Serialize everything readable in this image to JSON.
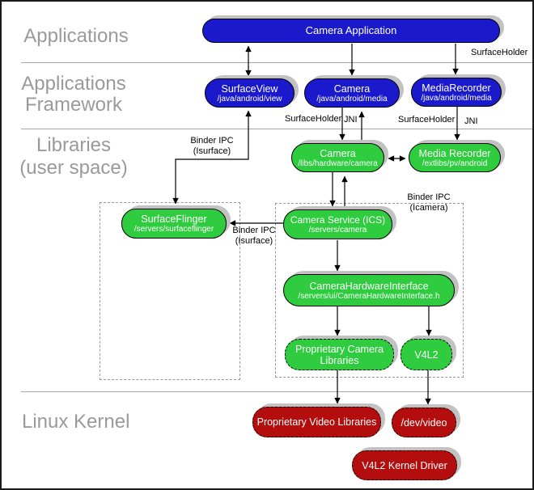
{
  "colors": {
    "blue": "#1a1acc",
    "green": "#2ecc3e",
    "red": "#b30d0d",
    "shadow": "#c2c2c2",
    "layer_text": "#9a9a9a",
    "divider": "#a6a6a6",
    "dashed_outline": "#999999"
  },
  "layers": {
    "applications": "Applications",
    "framework": {
      "line1": "Applications",
      "line2": "Framework"
    },
    "libraries": {
      "line1": "Libraries",
      "line2": "(user space)"
    },
    "kernel": "Linux Kernel"
  },
  "nodes": {
    "camera_application": {
      "title": "Camera Application"
    },
    "surface_view": {
      "title": "SurfaceView",
      "subtitle": "/java/android/view"
    },
    "camera_framework": {
      "title": "Camera",
      "subtitle": "/java/android/media"
    },
    "media_recorder_framework": {
      "title": "MediaRecorder",
      "subtitle": "/java/android/media"
    },
    "camera_hal": {
      "title": "Camera",
      "subtitle": "/libs/hardware/camera"
    },
    "media_recorder_lib": {
      "title": "Media Recorder",
      "subtitle": "/extlibs/pv/android"
    },
    "surface_flinger": {
      "title": "SurfaceFlinger",
      "subtitle": "/servers/surfaceflinger"
    },
    "camera_service": {
      "title": "Camera Service (ICS)",
      "subtitle": "/servers/camera"
    },
    "camera_hardware_interface": {
      "title": "CameraHardwareInterface",
      "subtitle": "/servers/ui/CameraHardwareInterface.h"
    },
    "proprietary_camera_libraries": {
      "title": "Proprietary Camera Libraries"
    },
    "v4l2": {
      "title": "V4L2"
    },
    "proprietary_video_libraries": {
      "title": "Proprietary Video Libraries"
    },
    "dev_video": {
      "title": "/dev/video"
    },
    "v4l2_kernel_driver": {
      "title": "V4L2 Kernel Driver"
    }
  },
  "edge_labels": {
    "surfaceholder_top": "SurfaceHolder",
    "surfaceholder_camera": "SurfaceHolder",
    "jni_camera": "JNI",
    "surfaceholder_mediarecorder": "SurfaceHolder",
    "jni_mediarecorder": "JNI",
    "binder_isurface_view": {
      "line1": "Binder IPC",
      "line2": "(Isurface)"
    },
    "binder_isurface_flinger": {
      "line1": "Binder IPC",
      "line2": "(Isurface)"
    },
    "binder_icamera": {
      "line1": "Binder IPC",
      "line2": "(Icamera)"
    }
  }
}
